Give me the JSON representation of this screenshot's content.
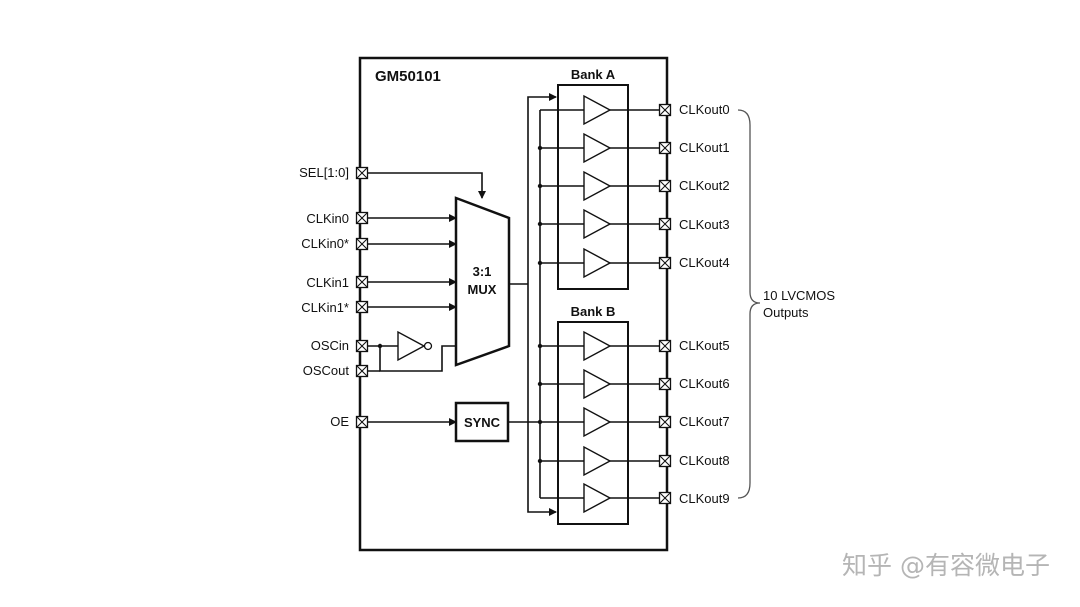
{
  "chip": {
    "name": "GM50101"
  },
  "inputs": {
    "sel": "SEL[1:0]",
    "clkin0": "CLKin0",
    "clkin0_n": "CLKin0*",
    "clkin1": "CLKin1",
    "clkin1_n": "CLKin1*",
    "oscin": "OSCin",
    "oscout": "OSCout",
    "oe": "OE"
  },
  "mux": {
    "line1": "3:1",
    "line2": "MUX"
  },
  "sync": {
    "label": "SYNC"
  },
  "bank_a": {
    "title": "Bank A",
    "outputs": [
      "CLKout0",
      "CLKout1",
      "CLKout2",
      "CLKout3",
      "CLKout4"
    ]
  },
  "bank_b": {
    "title": "Bank B",
    "outputs": [
      "CLKout5",
      "CLKout6",
      "CLKout7",
      "CLKout8",
      "CLKout9"
    ]
  },
  "outputs_note": {
    "line1": "10 LVCMOS",
    "line2": "Outputs"
  },
  "watermark": "知乎 @有容微电子",
  "colors": {
    "line": "#111111",
    "watermark": "#b5b5b5"
  }
}
